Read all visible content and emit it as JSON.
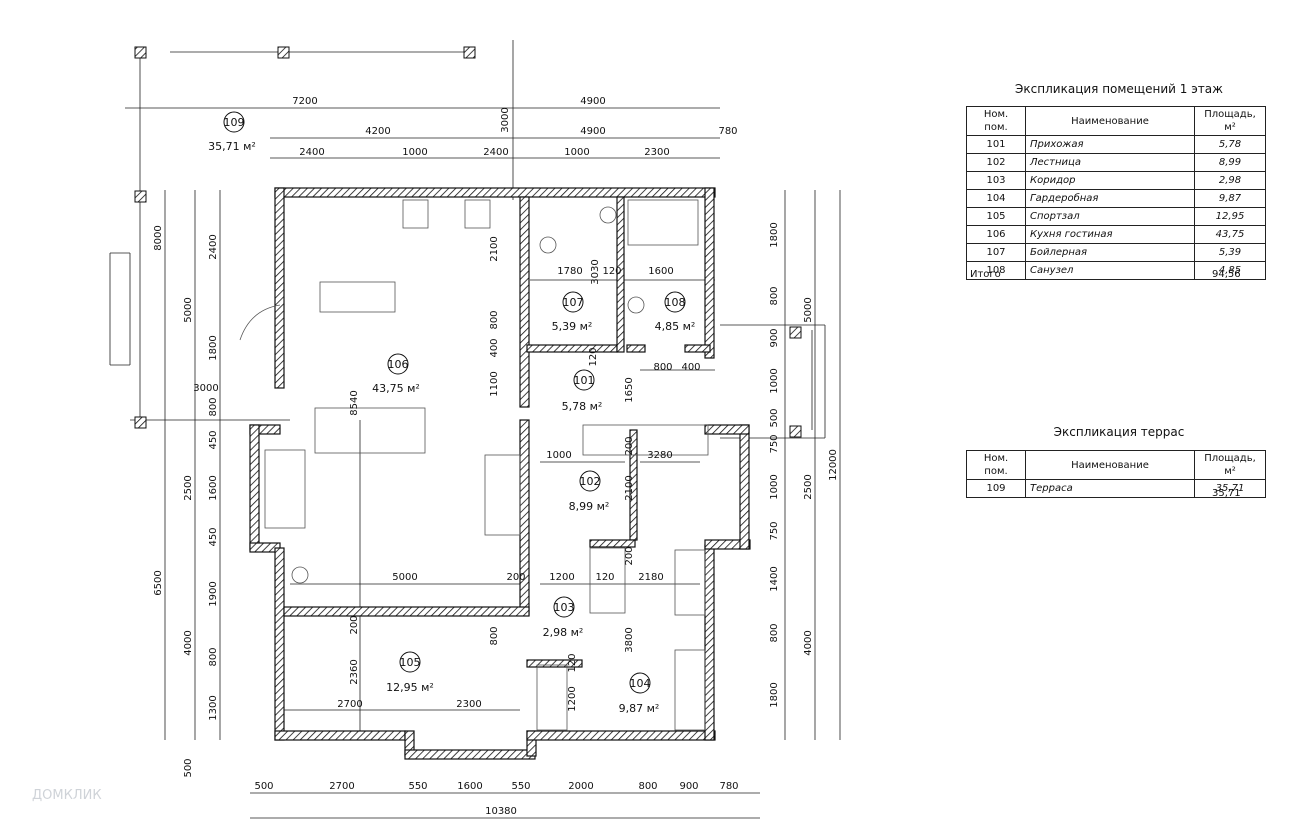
{
  "rooms": [
    {
      "num": "101",
      "area": "5,78 м²"
    },
    {
      "num": "102",
      "area": "8,99 м²"
    },
    {
      "num": "103",
      "area": "2,98 м²"
    },
    {
      "num": "104",
      "area": "9,87 м²"
    },
    {
      "num": "105",
      "area": "12,95 м²"
    },
    {
      "num": "106",
      "area": "43,75 м²"
    },
    {
      "num": "107",
      "area": "5,39 м²"
    },
    {
      "num": "108",
      "area": "4,85 м²"
    },
    {
      "num": "109",
      "area": "35,71 м²"
    }
  ],
  "dims": {
    "top1": [
      "7200",
      "4900"
    ],
    "top2": [
      "4200",
      "4900",
      "780"
    ],
    "top3": [
      "2400",
      "1000",
      "2400",
      "1000",
      "2300"
    ],
    "bottom1": [
      "500",
      "2700",
      "550",
      "1600",
      "550",
      "2000",
      "800",
      "900",
      "780"
    ],
    "bottom_total": "10380",
    "left_outer": [
      "8000",
      "6500"
    ],
    "left_mid": [
      "5000",
      "2500",
      "4000",
      "500"
    ],
    "left_inner": [
      "2400",
      "1800",
      "800",
      "450",
      "1600",
      "450",
      "1900",
      "800",
      "1300"
    ],
    "right_inner": [
      "1800",
      "800",
      "900",
      "1000",
      "500",
      "750",
      "1000",
      "750",
      "1400",
      "800",
      "1800"
    ],
    "right_mid": [
      "5000",
      "2500",
      "4000"
    ],
    "right_total": "12000",
    "interior": [
      "3000",
      "3000",
      "1780",
      "120",
      "1600",
      "3030",
      "2100",
      "800",
      "400",
      "120",
      "800",
      "400",
      "1100",
      "1650",
      "8540",
      "1000",
      "3280",
      "200",
      "2100",
      "5000",
      "200",
      "1200",
      "120",
      "2180",
      "200",
      "800",
      "200",
      "3800",
      "2360",
      "120",
      "1200",
      "2700",
      "2300"
    ]
  },
  "table1": {
    "title": "Экспликация помещений 1 этаж",
    "headers": [
      "Ном. пом.",
      "Наименование",
      "Площадь, м²"
    ],
    "rows": [
      [
        "101",
        "Прихожая",
        "5,78"
      ],
      [
        "102",
        "Лестница",
        "8,99"
      ],
      [
        "103",
        "Коридор",
        "2,98"
      ],
      [
        "104",
        "Гардеробная",
        "9,87"
      ],
      [
        "105",
        "Спортзал",
        "12,95"
      ],
      [
        "106",
        "Кухня гостиная",
        "43,75"
      ],
      [
        "107",
        "Бойлерная",
        "5,39"
      ],
      [
        "108",
        "Санузел",
        "4,85"
      ]
    ],
    "total_label": "Итого",
    "total_value": "94,56"
  },
  "table2": {
    "title": "Экспликация террас",
    "headers": [
      "Ном. пом.",
      "Наименование",
      "Площадь, м²"
    ],
    "rows": [
      [
        "109",
        "Терраса",
        "35,71"
      ]
    ],
    "total_value": "35,71"
  },
  "watermark": "ДОМКЛИК"
}
